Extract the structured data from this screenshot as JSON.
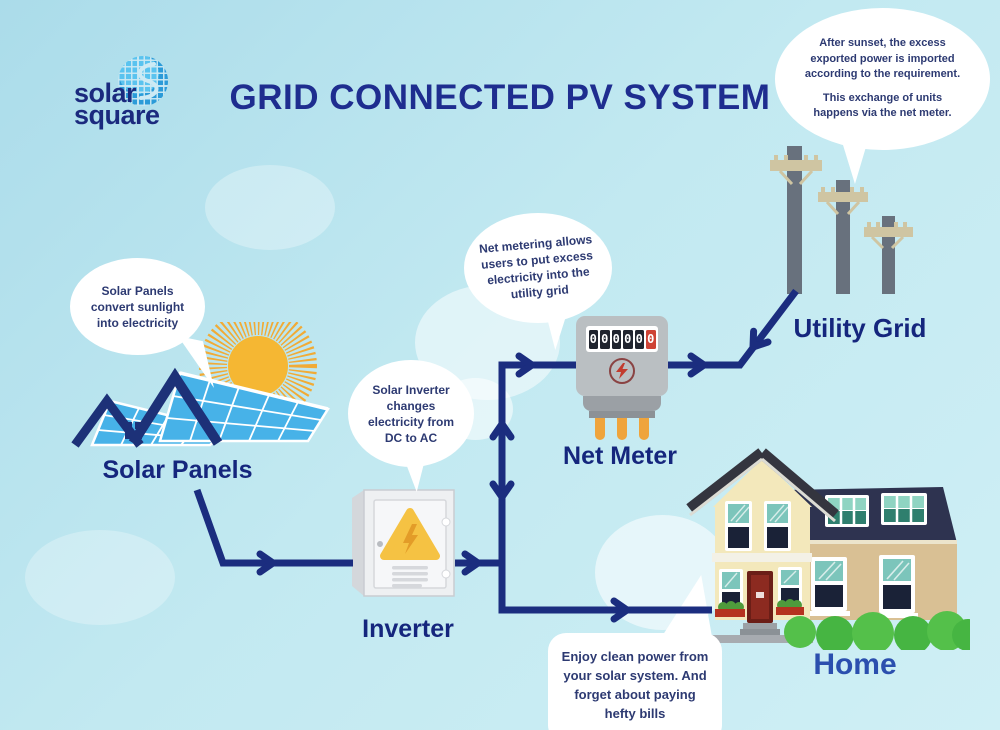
{
  "brand": {
    "line1": "solar",
    "line2": "square"
  },
  "title": "GRID CONNECTED PV SYSTEM",
  "bubbles": {
    "solar_panels": {
      "lines": [
        "Solar Panels",
        "convert sunlight",
        "into electricity"
      ]
    },
    "inverter": {
      "lines": [
        "Solar Inverter",
        "changes",
        "electricity from",
        "DC to AC"
      ]
    },
    "net_metering": {
      "lines": [
        "Net metering allows",
        "users to put excess",
        "electricity into the",
        "utility grid"
      ]
    },
    "after_sunset": {
      "para1": [
        "After sunset, the excess",
        "exported power is imported",
        "according to the requirement."
      ],
      "para2": [
        "This exchange of units",
        "happens via the net meter."
      ]
    },
    "home": {
      "lines": [
        "Enjoy clean power from",
        "your solar system. And",
        "forget about paying",
        "hefty bills"
      ]
    }
  },
  "labels": {
    "solar_panels": "Solar Panels",
    "inverter": "Inverter",
    "net_meter": "Net Meter",
    "utility_grid": "Utility Grid",
    "home": "Home"
  },
  "meter": {
    "digits": [
      "0",
      "0",
      "0",
      "0",
      "0",
      "0"
    ]
  },
  "colors": {
    "title_navy": "#1e2d8f",
    "line_navy": "#1b2d7f",
    "label_navy": "#15267d",
    "home_label_blue": "#2b4fae",
    "panel_blue": "#47b2e8",
    "sun_gold": "#f5b733",
    "bush_green": "#54c04a",
    "prong_orange": "#efa43c",
    "digit_red": "#ce4335",
    "bubble_text": "#2d3a72"
  }
}
